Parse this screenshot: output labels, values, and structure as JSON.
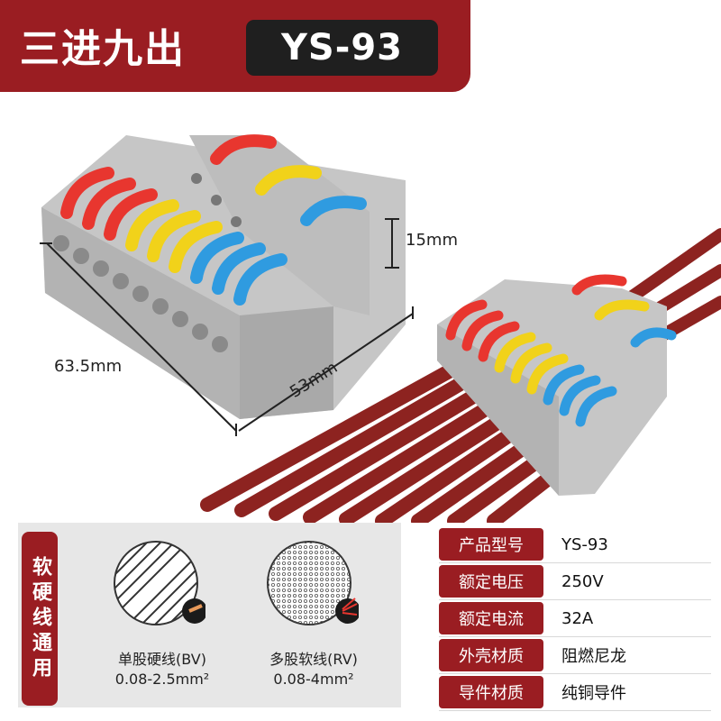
{
  "banner": {
    "title": "三进九出",
    "model": "YS-93"
  },
  "dimensions": {
    "height": "15mm",
    "length": "63.5mm",
    "depth": "53mm"
  },
  "usage_tab": "软硬线通用",
  "wire_types": [
    {
      "name": "单股硬线(BV)",
      "range": "0.08-2.5mm²"
    },
    {
      "name": "多股软线(RV)",
      "range": "0.08-4mm²"
    }
  ],
  "specs": [
    {
      "key": "产品型号",
      "value": "YS-93"
    },
    {
      "key": "额定电压",
      "value": "250V"
    },
    {
      "key": "额定电流",
      "value": "32A"
    },
    {
      "key": "外壳材质",
      "value": "阻燃尼龙"
    },
    {
      "key": "导件材质",
      "value": "纯铜导件"
    }
  ],
  "colors": {
    "brand_red": "#9a1d22",
    "lever_red": "#e8362f",
    "lever_yellow": "#f1d21a",
    "lever_blue": "#2f9be0",
    "housing_grey": "#bcbcbc",
    "wire_red": "#8d2320"
  }
}
